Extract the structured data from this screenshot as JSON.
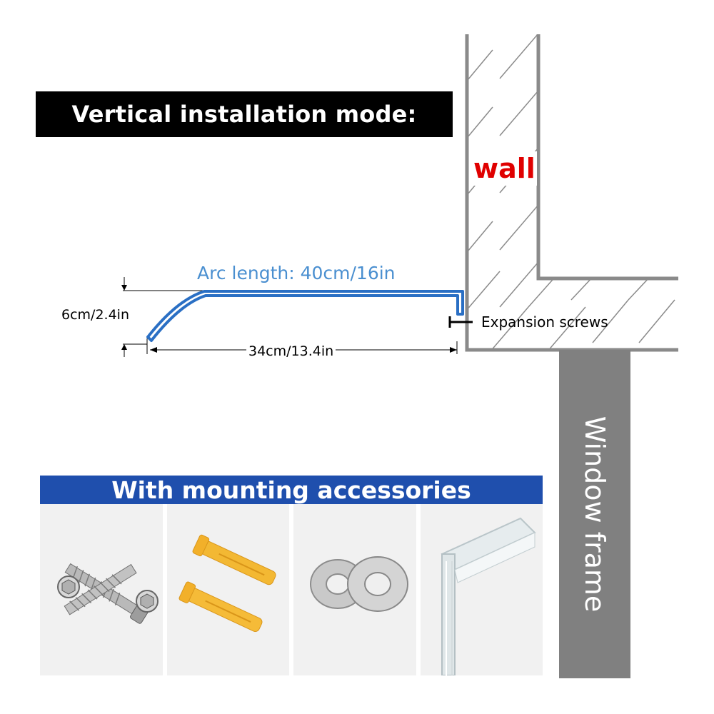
{
  "header": {
    "title": "Vertical installation mode:"
  },
  "diagram": {
    "wall_label": "wall",
    "arc_length_label": "Arc length: 40cm/16in",
    "height_label": "6cm/2.4in",
    "width_label": "34cm/13.4in",
    "screws_label": "Expansion screws",
    "window_frame_label": "Window frame"
  },
  "accessories": {
    "title": "With mounting accessories",
    "items": [
      {
        "icon": "self-drilling-screws-icon"
      },
      {
        "icon": "yellow-wall-plugs-icon"
      },
      {
        "icon": "metal-washers-icon"
      },
      {
        "icon": "clear-seal-strip-icon"
      }
    ]
  },
  "colors": {
    "banner": "#000000",
    "accent_blue": "#1f4fad",
    "profile_blue": "#2a6fc4",
    "wall_text": "#e00000",
    "frame_gray": "#808080"
  }
}
